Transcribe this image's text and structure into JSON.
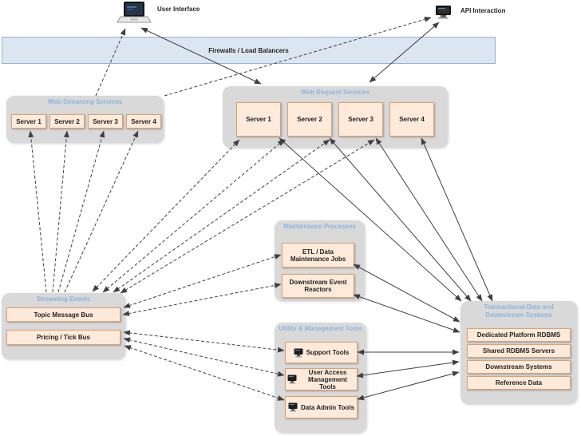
{
  "top_nodes": {
    "user_interface": {
      "label": "User Interface"
    },
    "api_interaction": {
      "label": "API Interaction"
    }
  },
  "firewall_bar": {
    "label": "Firewalls / Load Balancers"
  },
  "groups": [
    {
      "id": "web-streaming-services",
      "title": "Web Streaming Services",
      "items": [
        "Server 1",
        "Server 2",
        "Server 3",
        "Server 4"
      ]
    },
    {
      "id": "web-request-services",
      "title": "Web Request Services",
      "items": [
        "Server 1",
        "Server 2",
        "Server 3",
        "Server 4"
      ]
    },
    {
      "id": "maintenance-processes",
      "title": "Maintenance Processes",
      "items": [
        "ETL / Data Maintenance Jobs",
        "Downstream Event Reactors"
      ]
    },
    {
      "id": "streaming-events",
      "title": "Streaming Events",
      "items": [
        "Topic Message Bus",
        "Pricing / Tick Bus"
      ]
    },
    {
      "id": "utility-management-tools",
      "title": "Utility & Management Tools",
      "items": [
        "Support Tools",
        "User Access Management Tools",
        "Data Admin Tools"
      ],
      "item_icon": "monitor-icon"
    },
    {
      "id": "transactional-systems",
      "title": "Transactional Data and Downstream Systems",
      "items": [
        "Dedicated Platform RDBMS",
        "Shared RDBMS Servers",
        "Downstream Systems",
        "Reference Data"
      ]
    }
  ],
  "colors": {
    "container_fill": "#d9d9d9",
    "node_fill": "#fdeada",
    "node_border": "#dfa070",
    "group_title": "#8db4e2",
    "firewall_fill": "#dce6f1",
    "firewall_border": "#95b3d7",
    "arrow": "#404040"
  },
  "connections": [
    {
      "from": "Web Streaming Services",
      "to": "User Interface",
      "style": "dashed",
      "arrows": "end"
    },
    {
      "from": "Web Streaming Services",
      "to": "API Interaction",
      "style": "dashed",
      "arrows": "end"
    },
    {
      "from": "Streaming Events",
      "to": "Web Streaming Services / Server 1",
      "style": "dashed",
      "arrows": "end"
    },
    {
      "from": "Streaming Events",
      "to": "Web Streaming Services / Server 2",
      "style": "dashed",
      "arrows": "end"
    },
    {
      "from": "Streaming Events",
      "to": "Web Streaming Services / Server 3",
      "style": "dashed",
      "arrows": "end"
    },
    {
      "from": "Streaming Events",
      "to": "Web Streaming Services / Server 4",
      "style": "dashed",
      "arrows": "end"
    },
    {
      "from": "Streaming Events",
      "to": "Web Request Services / Server 1",
      "style": "dashed",
      "arrows": "both"
    },
    {
      "from": "Streaming Events",
      "to": "Web Request Services / Server 2",
      "style": "dashed",
      "arrows": "both"
    },
    {
      "from": "Streaming Events",
      "to": "Web Request Services / Server 3",
      "style": "dashed",
      "arrows": "both"
    },
    {
      "from": "Streaming Events",
      "to": "Web Request Services / Server 4",
      "style": "dashed",
      "arrows": "both"
    },
    {
      "from": "Topic Message Bus",
      "to": "ETL / Data Maintenance Jobs",
      "style": "dashed",
      "arrows": "both"
    },
    {
      "from": "Topic Message Bus",
      "to": "Downstream Event Reactors",
      "style": "dashed",
      "arrows": "both"
    },
    {
      "from": "Pricing / Tick Bus",
      "to": "Support Tools",
      "style": "dashed",
      "arrows": "both"
    },
    {
      "from": "Pricing / Tick Bus",
      "to": "User Access Management Tools",
      "style": "dashed",
      "arrows": "both"
    },
    {
      "from": "Pricing / Tick Bus",
      "to": "Data Admin Tools",
      "style": "dashed",
      "arrows": "both"
    },
    {
      "from": "User Interface",
      "to": "Web Request Services",
      "style": "solid",
      "arrows": "both"
    },
    {
      "from": "API Interaction",
      "to": "Web Request Services",
      "style": "solid",
      "arrows": "both"
    },
    {
      "from": "Web Request Services / Server 1",
      "to": "Transactional Data and Downstream Systems",
      "style": "solid",
      "arrows": "both"
    },
    {
      "from": "Web Request Services / Server 2",
      "to": "Transactional Data and Downstream Systems",
      "style": "solid",
      "arrows": "both"
    },
    {
      "from": "Web Request Services / Server 3",
      "to": "Transactional Data and Downstream Systems",
      "style": "solid",
      "arrows": "both"
    },
    {
      "from": "Web Request Services / Server 4",
      "to": "Transactional Data and Downstream Systems",
      "style": "solid",
      "arrows": "both"
    },
    {
      "from": "ETL / Data Maintenance Jobs",
      "to": "Transactional Data and Downstream Systems",
      "style": "solid",
      "arrows": "both"
    },
    {
      "from": "Downstream Event Reactors",
      "to": "Transactional Data and Downstream Systems",
      "style": "solid",
      "arrows": "both"
    },
    {
      "from": "Support Tools",
      "to": "Transactional Data and Downstream Systems",
      "style": "solid",
      "arrows": "both"
    },
    {
      "from": "User Access Management Tools",
      "to": "Transactional Data and Downstream Systems",
      "style": "solid",
      "arrows": "both"
    },
    {
      "from": "Data Admin Tools",
      "to": "Transactional Data and Downstream Systems",
      "style": "solid",
      "arrows": "both"
    }
  ]
}
